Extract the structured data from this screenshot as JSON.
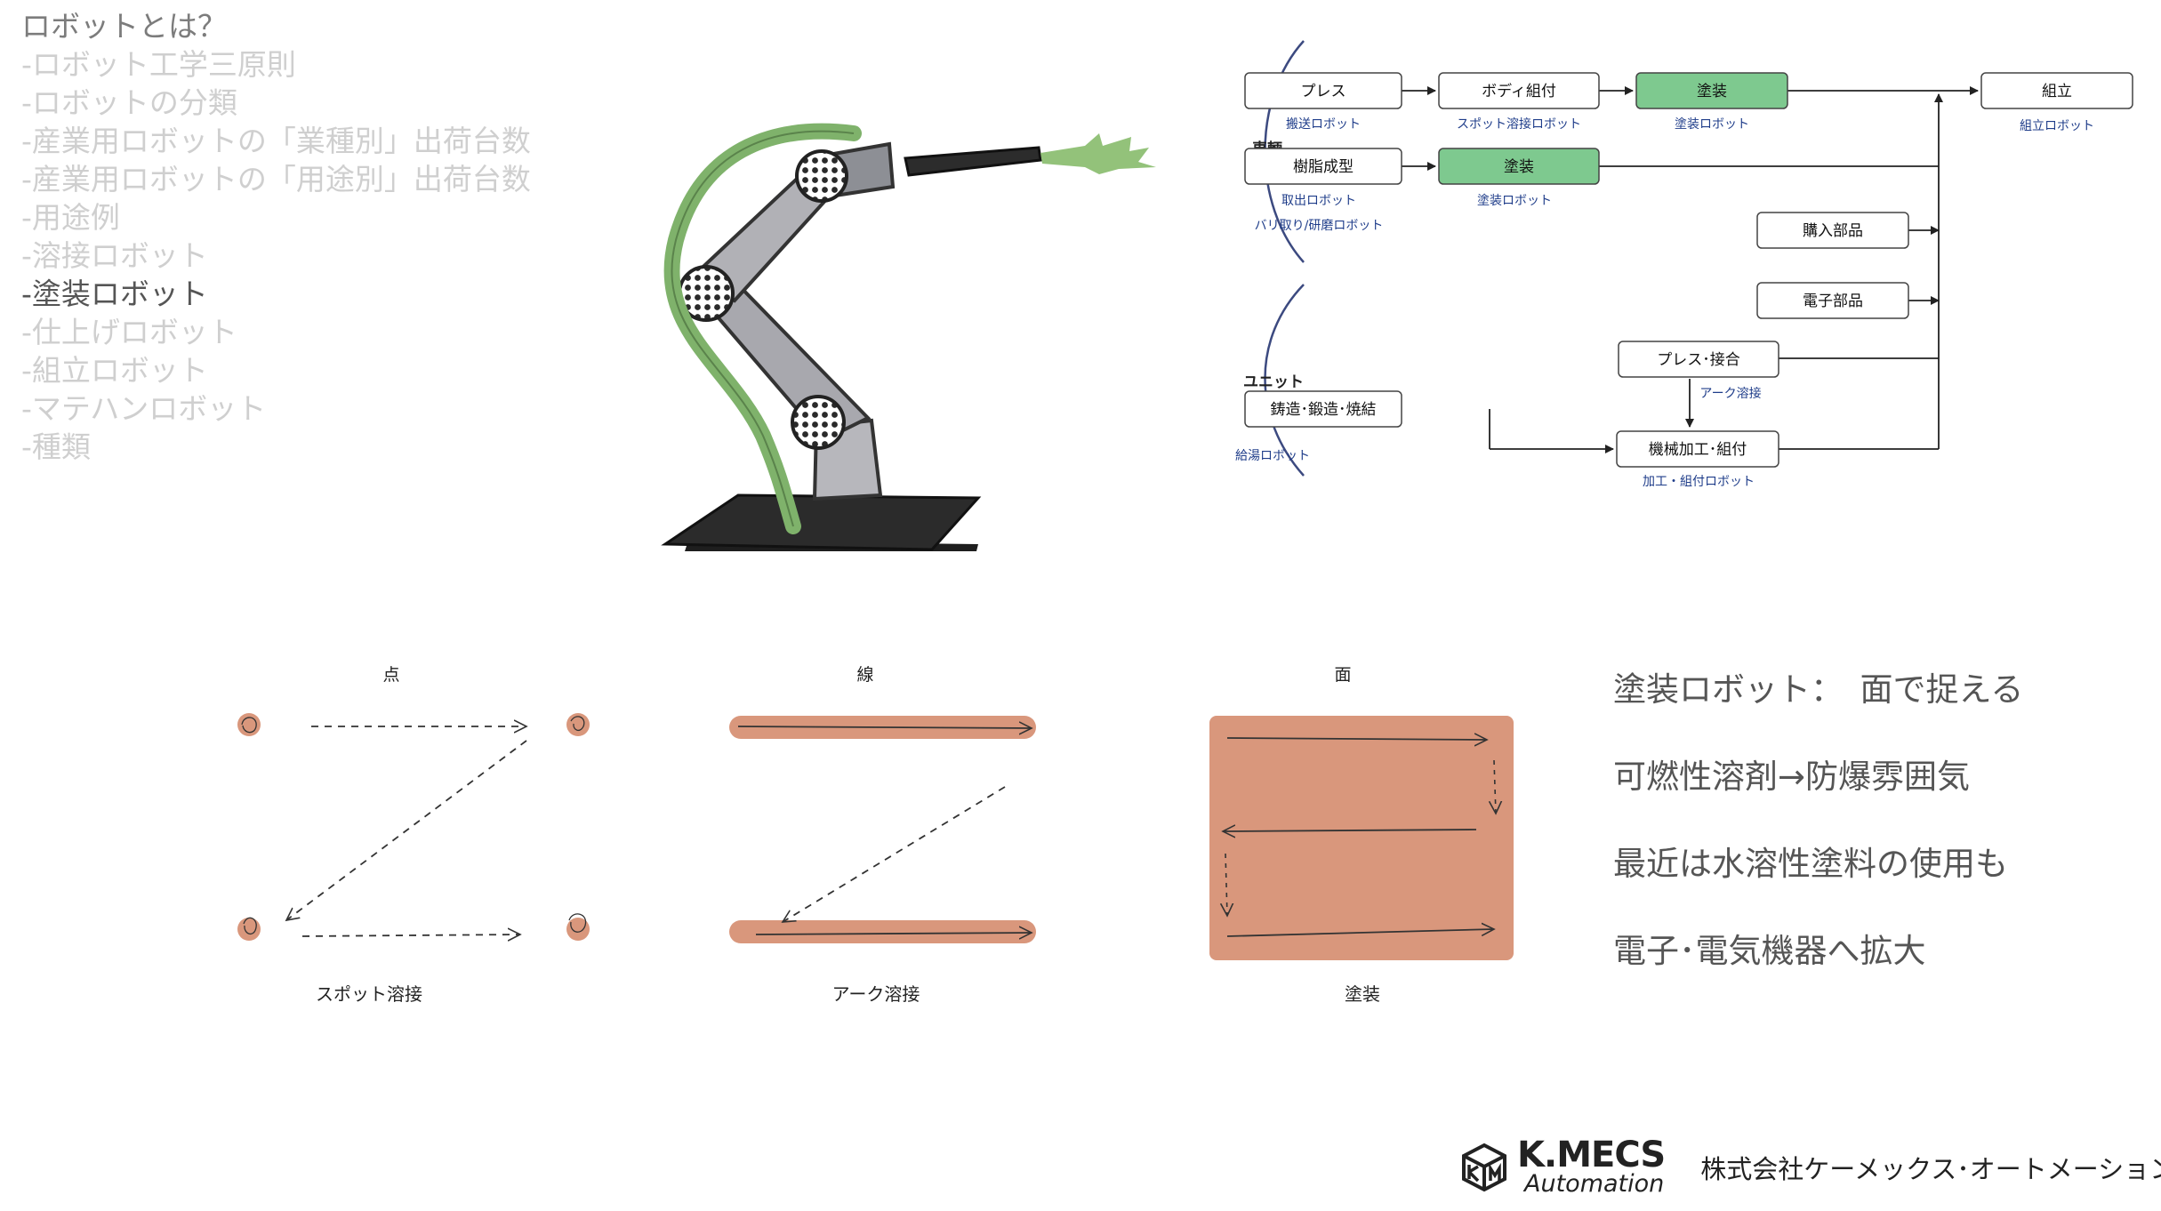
{
  "nav": {
    "title": "ロボットとは？",
    "items": [
      {
        "label": "-ロボット工学三原則",
        "active": false
      },
      {
        "label": "-ロボットの分類",
        "active": false
      },
      {
        "label": "-産業用ロボットの「業種別」出荷台数",
        "active": false
      },
      {
        "label": "-産業用ロボットの「用途別」出荷台数",
        "active": false
      },
      {
        "label": "-用途例",
        "active": false
      },
      {
        "label": "-溶接ロボット",
        "active": false
      },
      {
        "label": "-塗装ロボット",
        "active": true
      },
      {
        "label": "-仕上げロボット",
        "active": false
      },
      {
        "label": "-組立ロボット",
        "active": false
      },
      {
        "label": "-マテハンロボット",
        "active": false
      },
      {
        "label": "-種類",
        "active": false
      }
    ]
  },
  "flow": {
    "groups": {
      "body": "車輌",
      "unit": "ユニット"
    },
    "boxes": {
      "press": "プレス",
      "body_assembly": "ボディ組付",
      "paint1": "塗装",
      "assembly": "組立",
      "resin": "樹脂成型",
      "paint2": "塗装",
      "purchased": "購入部品",
      "electronic": "電子部品",
      "press_join": "プレス･接合",
      "casting": "鋳造･鍛造･焼結",
      "machining": "機械加工･組付"
    },
    "captions": {
      "press": "搬送ロボット",
      "body_assembly": "スポット溶接ロボット",
      "paint1": "塗装ロボット",
      "assembly": "組立ロボット",
      "resin_1": "取出ロボット",
      "resin_2": "バリ取り/研磨ロボット",
      "paint2": "塗装ロボット",
      "press_join": "アーク溶接",
      "casting": "給湯ロボット",
      "machining": "加工・組付ロボット"
    },
    "colors": {
      "highlight": "#7ec98f",
      "caption": "#1f3d8a"
    }
  },
  "paths": {
    "point": {
      "heading": "点",
      "caption": "スポット溶接"
    },
    "line": {
      "heading": "線",
      "caption": "アーク溶接"
    },
    "surface": {
      "heading": "面",
      "caption": "塗装"
    },
    "colors": {
      "fill": "#d9977c"
    }
  },
  "right_text": [
    "塗装ロボット：　面で捉える",
    "可燃性溶剤→防爆雰囲気",
    "最近は水溶性塗料の使用も",
    "電子･電気機器へ拡大"
  ],
  "footer": {
    "logo_main": "K.MECS",
    "logo_sub": "Automation",
    "company": "株式会社ケーメックス･オートメーション"
  }
}
